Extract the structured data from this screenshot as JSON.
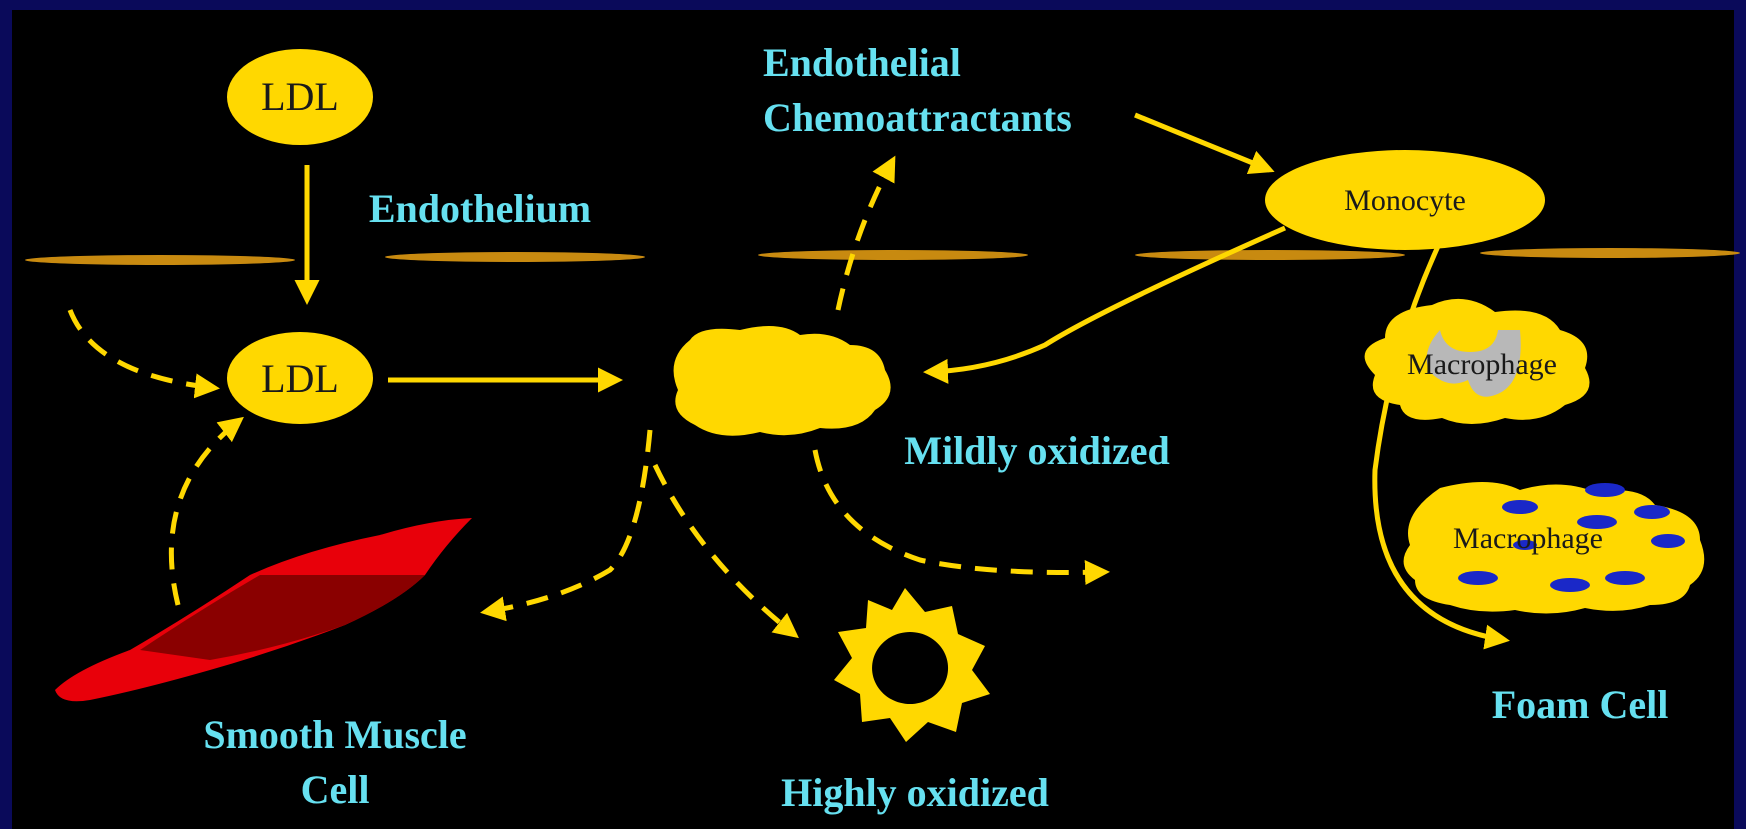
{
  "colors": {
    "background": "#000000",
    "frame": "#0a0a5a",
    "label": "#66e0f0",
    "cell": "#ffd800",
    "arrow": "#ffd800",
    "endothelium": "#c88a10",
    "smooth_muscle_light": "#e8000a",
    "smooth_muscle_dark": "#8a0000",
    "vacuole": "#1a28c8",
    "nucleus": "#b8b8b8"
  },
  "nodes": {
    "ldl_top": "LDL",
    "ldl_mid": "LDL",
    "monocyte": "Monocyte",
    "macrophage_1": "Macrophage",
    "macrophage_2": "Macrophage"
  },
  "labels": {
    "endothelium": "Endothelium",
    "chemoattractants_line1": "Endothelial",
    "chemoattractants_line2": "Chemoattractants",
    "mildly_oxidized": "Mildly oxidized",
    "highly_oxidized": "Highly oxidized",
    "smooth_muscle_line1": "Smooth Muscle",
    "smooth_muscle_line2": "Cell",
    "foam_cell": "Foam Cell"
  }
}
